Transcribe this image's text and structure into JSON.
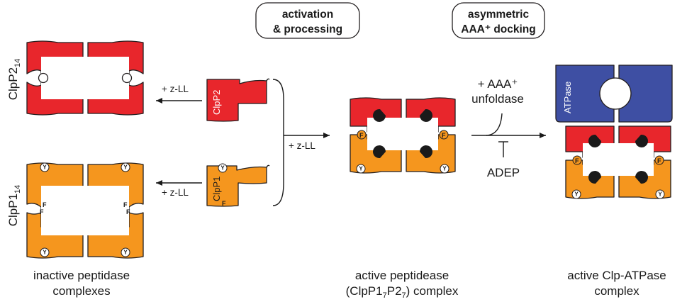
{
  "steps": {
    "activation_line1": "activation",
    "activation_line2": "& processing",
    "docking_line1": "asymmetric",
    "docking_line2": "AAA⁺ docking"
  },
  "left": {
    "clpp2_name": "ClpP2",
    "clpp2_sub": "14",
    "clpp1_name": "ClpP1",
    "clpp1_sub": "14",
    "caption_line1": "inactive peptidase",
    "caption_line2": "complexes"
  },
  "reagents": {
    "zll": "+ z-LL",
    "aaa_line1": "+ AAA⁺",
    "aaa_line2": "unfoldase",
    "adep": "ADEP"
  },
  "subunits": {
    "clpp2": "ClpP2",
    "clpp1": "ClpP1",
    "y": "Y",
    "f": "F",
    "atpase": "ATPase"
  },
  "middle": {
    "caption_line1": "active peptidease",
    "caption_pre": "(ClpP1",
    "caption_sub1": "7",
    "caption_mid": "P2",
    "caption_sub2": "7",
    "caption_post": ") complex"
  },
  "right": {
    "caption_line1": "active Clp-ATPase",
    "caption_line2": "complex"
  },
  "colors": {
    "clpp2": "#e8262c",
    "clpp1": "#f5961e",
    "atpase": "#3e4fa3"
  }
}
